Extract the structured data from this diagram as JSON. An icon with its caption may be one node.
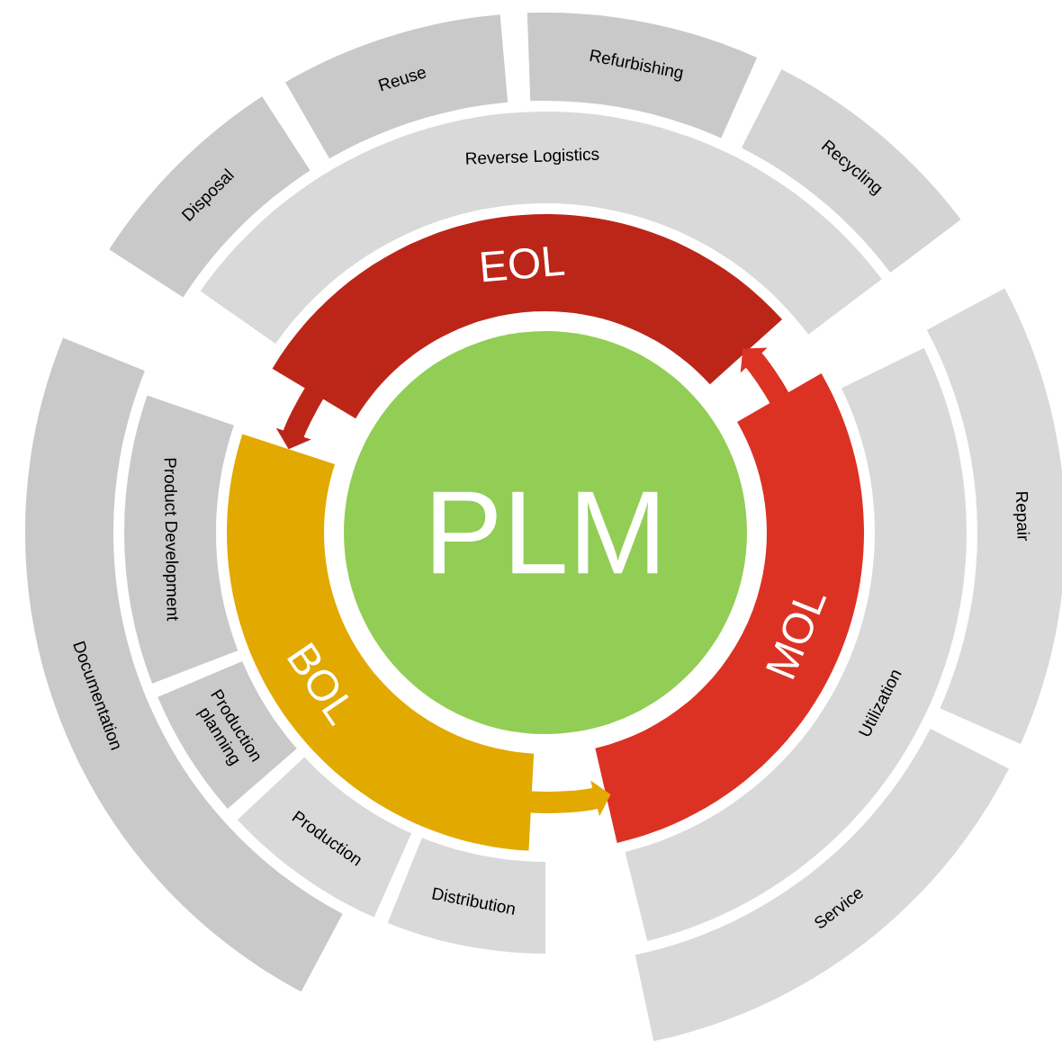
{
  "diagram": {
    "nodes": [
      {
        "text": [
          "PLM"
        ]
      },
      {
        "text": [
          "EOL"
        ]
      },
      {
        "text": [
          "MOL"
        ]
      },
      {
        "text": [
          "BOL"
        ]
      },
      {
        "text": [
          "Reverse Logistics"
        ]
      },
      {
        "text": [
          "Disposal"
        ]
      },
      {
        "text": [
          "Reuse"
        ]
      },
      {
        "text": [
          "Refurbishing"
        ]
      },
      {
        "text": [
          "Recycling"
        ]
      },
      {
        "text": [
          "Utilization"
        ]
      },
      {
        "text": [
          "Repair"
        ]
      },
      {
        "text": [
          "Service"
        ]
      },
      {
        "text": [
          "Product Development"
        ]
      },
      {
        "text": [
          "Production planning"
        ]
      },
      {
        "text": [
          "Production"
        ]
      },
      {
        "text": [
          "Distribution"
        ]
      },
      {
        "text": [
          "Documentation"
        ]
      }
    ],
    "edges": [
      {
        "from": 3,
        "to": 2,
        "arrow": "to",
        "color": "#e2a900"
      },
      {
        "from": 2,
        "to": 1,
        "arrow": "to",
        "color": "#dc3224"
      },
      {
        "from": 1,
        "to": 3,
        "arrow": "to",
        "color": "#bb2619"
      }
    ]
  }
}
